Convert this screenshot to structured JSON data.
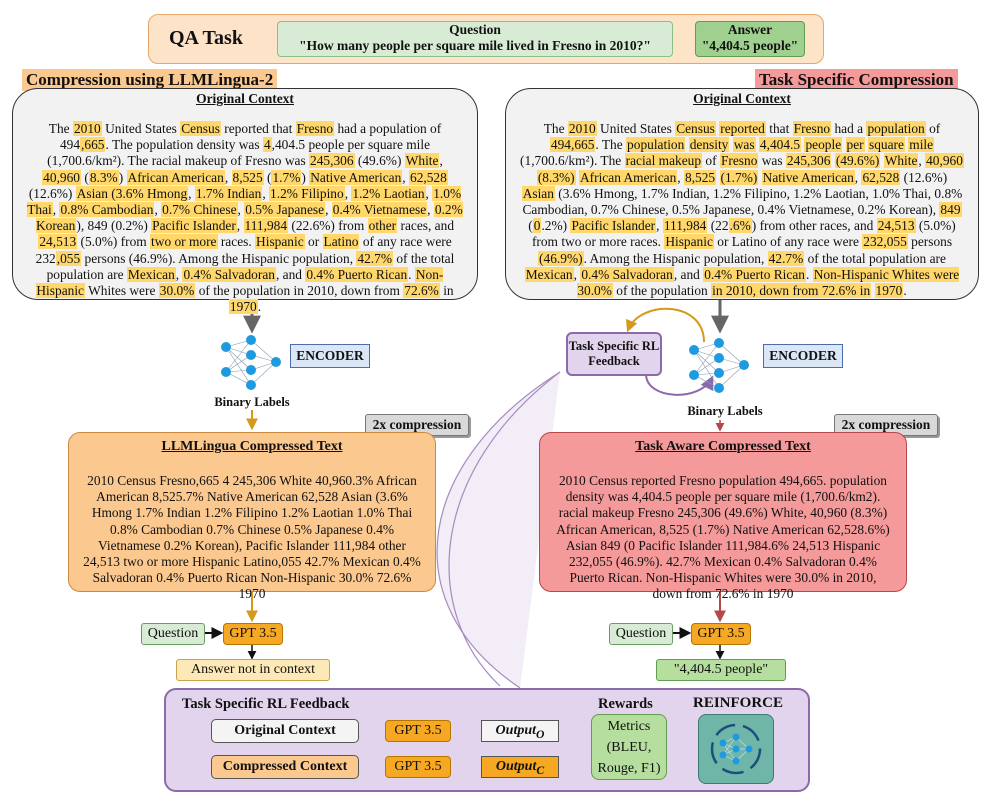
{
  "qa": {
    "title": "QA Task",
    "question_label": "Question",
    "question_text": "\"How many people per square mile lived in Fresno in 2010?\"",
    "answer_label": "Answer",
    "answer_text": "\"4,404.5 people\""
  },
  "left": {
    "heading": "Compression using LLMLingua-2",
    "context_title": "Original Context",
    "encoder": "ENCODER",
    "binary_labels": "Binary Labels",
    "compression_badge": "2x compression",
    "compressed_title": "LLMLingua Compressed Text",
    "compressed_text": "2010 Census Fresno,665 4 245,306 White 40,960.3% African American 8,525.7% Native American 62,528 Asian (3.6% Hmong 1.7% Indian 1.2% Filipino 1.2% Laotian 1.0% Thai 0.8% Cambodian 0.7% Chinese 0.5% Japanese 0.4% Vietnamese 0.2% Korean), Pacific Islander 111,984 other 24,513 two or more Hispanic Latino,055 42.7% Mexican 0.4% Salvadoran 0.4% Puerto Rican Non-Hispanic 30.0% 72.6% 1970",
    "question": "Question",
    "gpt": "GPT 3.5",
    "result": "Answer not in context"
  },
  "right": {
    "heading": "Task Specific Compression",
    "context_title": "Original Context",
    "rl_feedback": "Task Specific RL Feedback",
    "encoder": "ENCODER",
    "binary_labels": "Binary Labels",
    "compression_badge": "2x compression",
    "compressed_title": "Task Aware Compressed Text",
    "compressed_text": "2010 Census reported Fresno population 494,665. population density was 4,404.5 people per square mile (1,700.6/km2). racial makeup Fresno 245,306 (49.6%) White, 40,960 (8.3%) African American, 8,525 (1.7%) Native American 62,528.6%) Asian 849 (0 Pacific Islander 111,984.6% 24,513 Hispanic 232,055 (46.9%). 42.7% Mexican 0.4% Salvadoran 0.4% Puerto Rican. Non-Hispanic Whites were 30.0% in 2010, down from 72.6% in 1970",
    "question": "Question",
    "gpt": "GPT 3.5",
    "result": "\"4,404.5 people\""
  },
  "rl": {
    "title": "Task Specific RL Feedback",
    "original_context": "Original Context",
    "compressed_context": "Compressed Context",
    "gpt_top": "GPT 3.5",
    "gpt_bottom": "GPT 3.5",
    "output_label": "Output",
    "output_sub_o": "O",
    "output_sub_c": "C",
    "rewards": "Rewards",
    "metrics": "Metrics (BLEU, Rouge, F1)",
    "reinforce": "REINFORCE"
  },
  "colors": {
    "highlight": "#ffd76a",
    "llmlingua_orange": "#fbc98f",
    "task_red": "#f59a9a",
    "rl_purple": "#e2d4ec",
    "question_green": "#d8ecd5",
    "gpt_orange": "#f7a823"
  }
}
